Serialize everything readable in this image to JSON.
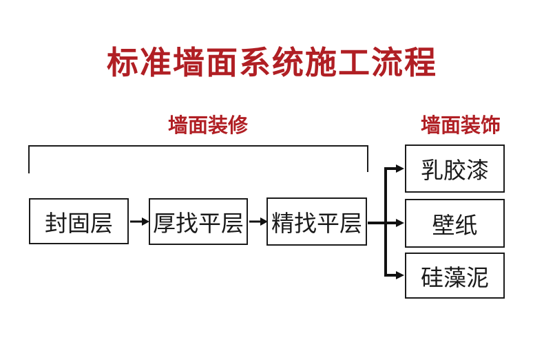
{
  "page": {
    "title": "标准墙面系统施工流程"
  },
  "sections": {
    "renovation_label": "墙面装修",
    "decoration_label": "墙面装饰"
  },
  "flow": {
    "steps": [
      {
        "label": "封固层"
      },
      {
        "label": "厚找平层"
      },
      {
        "label": "精找平层"
      }
    ],
    "finishes": [
      {
        "label": "乳胶漆"
      },
      {
        "label": "壁纸"
      },
      {
        "label": "硅藻泥"
      }
    ]
  },
  "colors": {
    "accent_red": "#B01F24",
    "line_black": "#1A1A1A",
    "background": "#FFFFFF"
  }
}
